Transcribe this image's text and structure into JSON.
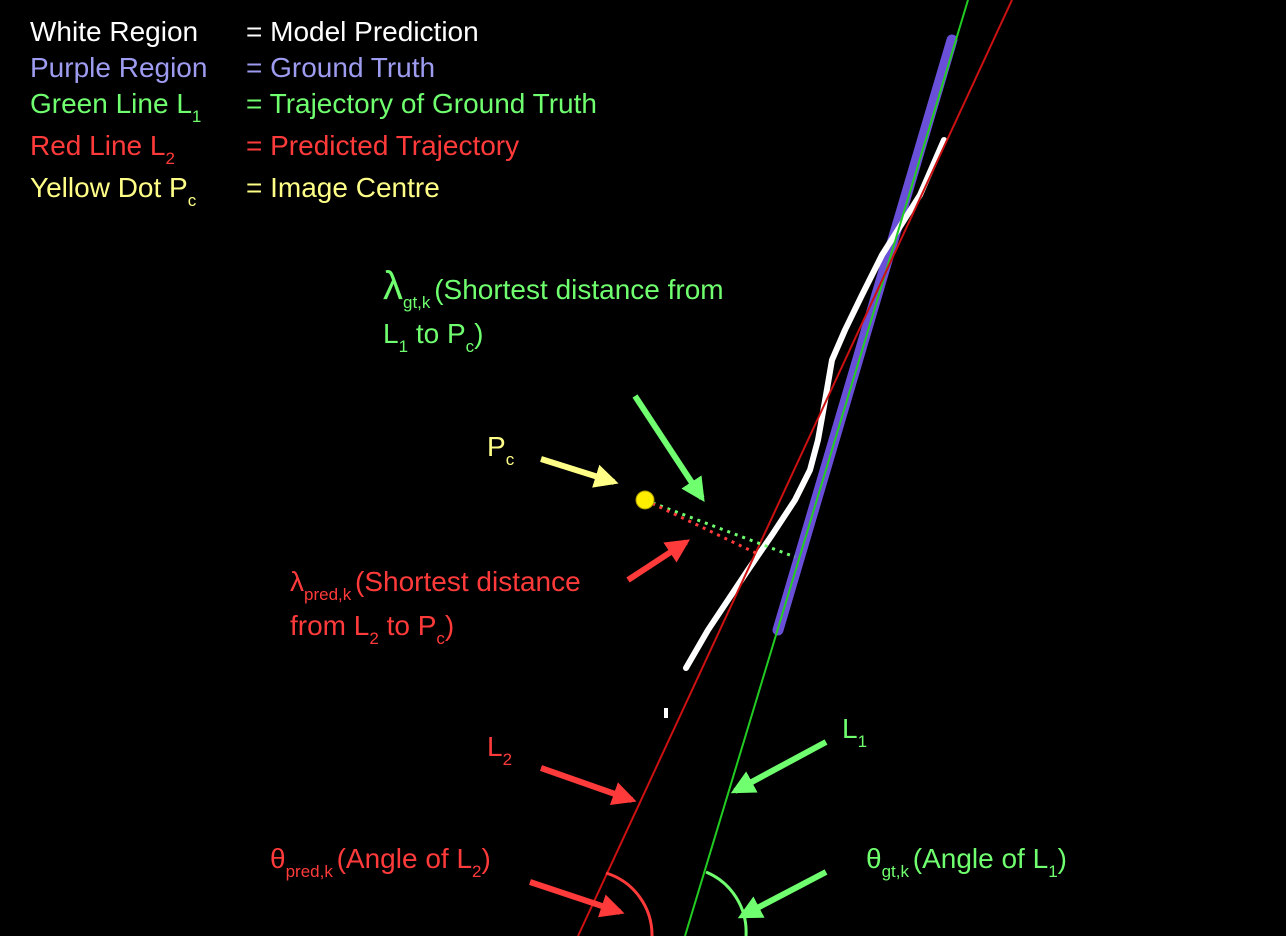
{
  "legend": [
    {
      "label": "White Region",
      "value": "= Model Prediction",
      "color": "#ffffff"
    },
    {
      "label": "Purple Region",
      "value": "= Ground Truth",
      "color": "#9d9cf0"
    },
    {
      "label_main": "Green Line L",
      "label_sub": "1",
      "value": "= Trajectory of Ground Truth",
      "color": "#6fff6f"
    },
    {
      "label_main": "Red Line L",
      "label_sub": "2",
      "value": "= Predicted Trajectory",
      "color": "#ff3a3a"
    },
    {
      "label_main": "Yellow Dot P",
      "label_sub": "c",
      "value": "= Image Centre",
      "color": "#ffff88"
    }
  ],
  "annotations": {
    "lambda_gt": {
      "symbol": "λ",
      "sub": "gt,k",
      "text1": "(Shortest distance from",
      "line2_a": "L",
      "line2_a_sub": "1",
      "line2_b": " to P",
      "line2_b_sub": "c",
      "line2_c": ")"
    },
    "lambda_pred": {
      "symbol": "λ",
      "sub": "pred,k",
      "text1": "(Shortest distance",
      "line2_a": "from L",
      "line2_a_sub": "2",
      "line2_b": " to P",
      "line2_b_sub": "c",
      "line2_c": ")"
    },
    "pc": {
      "main": "P",
      "sub": "c"
    },
    "l2": {
      "main": "L",
      "sub": "2"
    },
    "l1": {
      "main": "L",
      "sub": "1"
    },
    "theta_pred": {
      "symbol": "θ",
      "sub": "pred,k",
      "text": "(Angle of L",
      "text_sub": "2",
      "close": ")"
    },
    "theta_gt": {
      "symbol": "θ",
      "sub": "gt,k",
      "text": "(Angle of L",
      "text_sub": "1",
      "close": ")"
    }
  },
  "colors": {
    "background": "#000000",
    "prediction_region": "#ffffff",
    "ground_truth_region": "#6a50d8",
    "gt_line": "#22cc22",
    "pred_line": "#cc1111",
    "arrow_green": "#6fff6f",
    "arrow_red": "#ff3a3a",
    "arrow_yellow": "#ffff88",
    "centre_dot": "#ffee00"
  }
}
